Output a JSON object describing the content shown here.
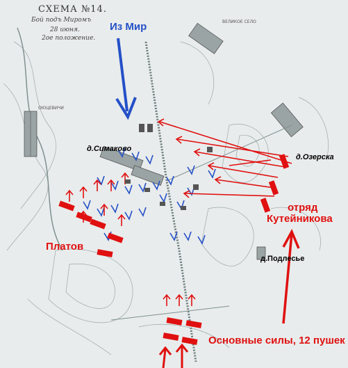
{
  "scheme_title": "СХЕМА №14.",
  "scheme_subtitle_1": "Бой подъ Миромъ",
  "scheme_subtitle_2": "28 июня.",
  "scheme_subtitle_3": "2ое положение.",
  "label_from_mir": "Из Мир",
  "label_platov": "Платов",
  "label_detachment_1": "отряд",
  "label_detachment_2": "Кутейникова",
  "label_main_forces": "Основные силы, 12 пушек",
  "village_simakovo": "д.Симаково",
  "village_ozerska": "д.Озерска",
  "village_podlesye": "д.Подлесье",
  "map_text_velikoe_selo": "ВЕЛИКОЕ СЕЛО",
  "map_text_oyutsevichi": "ОЮЦЕВИЧИ",
  "colors": {
    "russian": "#e01010",
    "french": "#2450c8",
    "terrain": "#8a9a9a",
    "road": "#6b7a7a"
  }
}
